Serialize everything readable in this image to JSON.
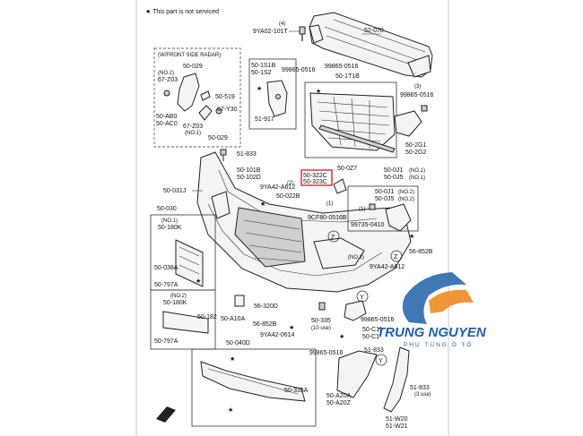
{
  "note": "★ This part is not serviced",
  "callouts": {
    "radar_box_title": "(W/FRONT SIDE RADAR)",
    "no2_a": "(NO.2)",
    "no1_a": "(NO.1)",
    "no1_b": "(NO.1)",
    "no2_b": "(NO.2)",
    "no1_c": "(NO.1)",
    "no2_c": "(NO.2)",
    "no1_d": "(NO.1)",
    "no2_d": "(NO.2)",
    "no1_e": "(NO.1)",
    "no2_e": "(NO.2)",
    "use_10": "(10 use)",
    "use_3": "(3 use)",
    "c4": "(4)",
    "c3": "(3)",
    "c2a": "(2)",
    "c1a": "(1)",
    "c2b": "(2)",
    "c1b": "(1)",
    "z1": "Z",
    "z2": "Z",
    "y1": "Y",
    "y2": "Y"
  },
  "parts": {
    "p_9ya02": "9YA02-101T",
    "p_52070": "52-070",
    "p_50029": "50-029",
    "p_67z03a": "67-Z03",
    "p_50519": "50-519",
    "p_67y30": "67-Y30",
    "p_50ab0": "50-AB0",
    "p_50ac0": "50-AC0",
    "p_67z03b": "67-Z03",
    "p_50029b": "50-029",
    "p_501s1b": "50-1S1B",
    "p_501s2": "50-1S2",
    "p_51917": "51-917",
    "p_99865a": "99865-0516",
    "p_99865b": "99865-0516",
    "p_501t1b": "50-1T1B",
    "p_99865c": "99865-0516",
    "p_502g1": "50-2G1",
    "p_502g2": "50-2G2",
    "p_51833a": "51-833",
    "p_50101b": "50-101B",
    "p_50102d": "50-102D",
    "p_50031j": "50-031J",
    "p_9ya42a": "9YA42-A612",
    "p_50022b": "50-022B",
    "p_50322c": "50-322C",
    "p_50323c": "50-323C",
    "p_500z7": "50-0Z7",
    "p_9cf80": "9CF80-0516B",
    "p_500j1": "50-0J1",
    "p_500j5": "50-0J5",
    "p_500j1b": "50-0J1",
    "p_500j5b": "50-0J5",
    "p_99735": "99735-0410",
    "p_50030": "50-030",
    "p_50180k": "50-180K",
    "p_50038a": "50-038A",
    "p_50797a": "50-797A",
    "p_50180kb": "50-180K",
    "p_50182": "50-182",
    "p_50797b": "50-797A",
    "p_56852a": "56-852B",
    "p_9ya42b": "9YA42-A612",
    "p_50a10a": "50-A10A",
    "p_56320d": "56-320D",
    "p_56852b": "56-852B",
    "p_9ya42c": "9YA42-0614",
    "p_50335": "50-335",
    "p_99865d": "99865-0516",
    "p_50c11": "50-C11",
    "p_50c1": "50-C1",
    "p_50040d": "50-040D",
    "p_99865e": "99865-0516",
    "p_51833b": "51-833",
    "p_50335a": "50-335A",
    "p_50a20a": "50-A20A",
    "p_50a20z": "50-A20Z",
    "p_51833c": "51-833",
    "p_51w20": "51-W20",
    "p_51w21": "51-W21"
  },
  "watermark": {
    "name": "TRUNG NGUYEN",
    "tagline": "PHỤ TÙNG Ô TÔ",
    "colors": {
      "blue": "#1f5fa8",
      "orange": "#f08a24"
    }
  },
  "highlight_color": "#e0242d"
}
